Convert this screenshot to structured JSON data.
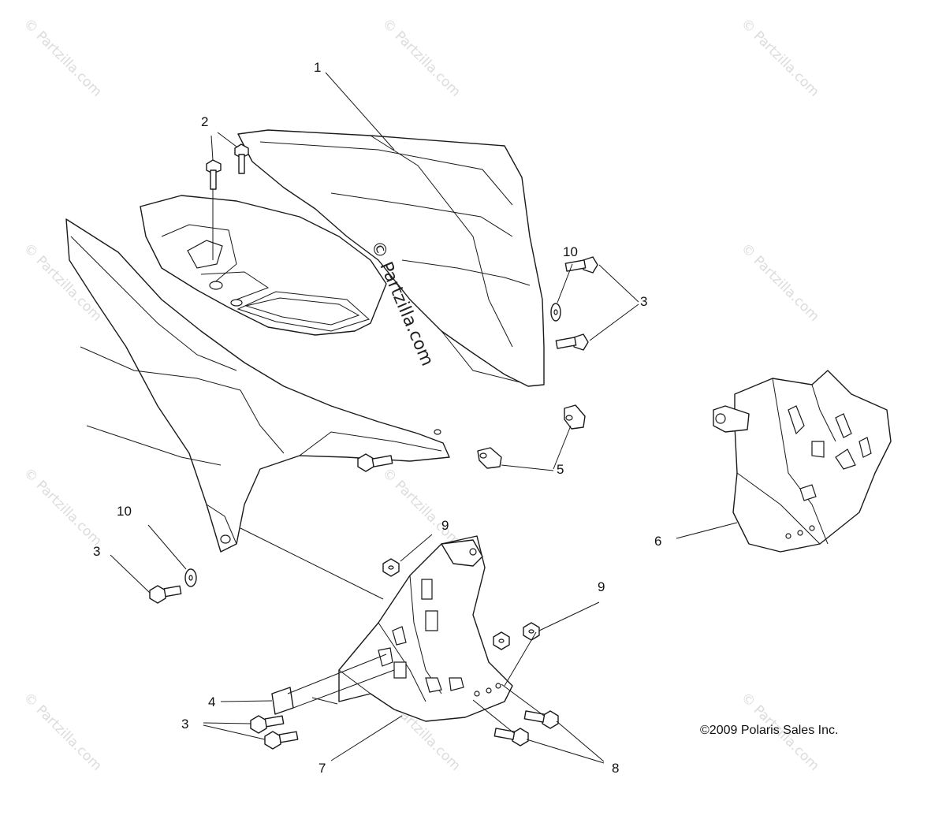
{
  "callouts": {
    "c1": "1",
    "c2": "2",
    "c3a": "3",
    "c3b": "3",
    "c3c": "3",
    "c4": "4",
    "c5": "5",
    "c6": "6",
    "c7": "7",
    "c8": "8",
    "c9a": "9",
    "c9b": "9",
    "c10a": "10",
    "c10b": "10"
  },
  "copyright": "©2009 Polaris Sales Inc.",
  "watermark": {
    "text": "© Partzilla.com",
    "center_text": "© Partzilla.com"
  }
}
